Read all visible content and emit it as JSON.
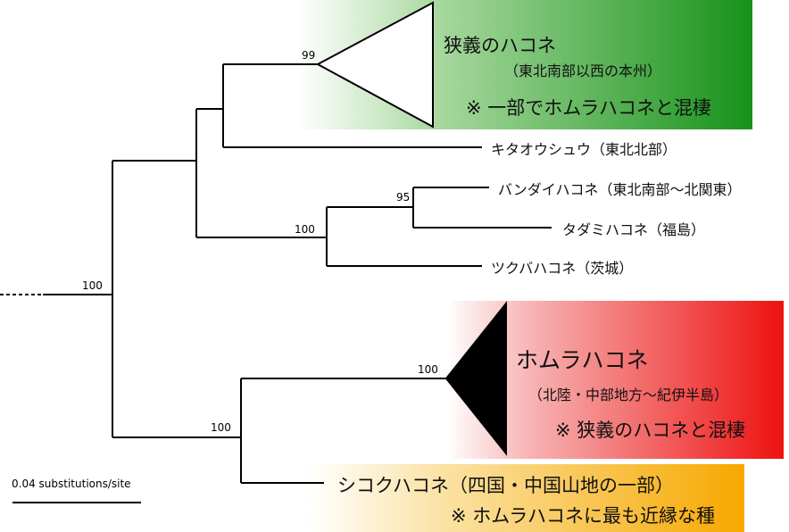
{
  "tree": {
    "clades": {
      "narrow": {
        "title": "狭義のハコネ",
        "subtitle": "（東北南部以西の本州）",
        "note": "※ 一部でホムラハコネと混棲",
        "color": "#17921a"
      },
      "homura": {
        "title": "ホムラハコネ",
        "subtitle": "（北陸・中部地方～紀伊半島）",
        "note": "※ 狭義のハコネと混棲",
        "color": "#ee1111"
      },
      "shikoku": {
        "title": "シコクハコネ（四国・中国山地の一部）",
        "note": "※ ホムラハコネに最も近縁な種",
        "color": "#f7a800"
      }
    },
    "leaves": {
      "kitaou": "キタオウシュウ（東北北部）",
      "bandai": "バンダイハコネ（東北南部～北関東）",
      "tadami": "タダミハコネ（福島）",
      "tsukuba": "ツクバハコネ（茨城）"
    },
    "support": {
      "narrow": "99",
      "bandai_tadami": "95",
      "bandai_group": "100",
      "root": "100",
      "homura": "100",
      "homura_shikoku": "100"
    },
    "scale": {
      "label": "0.04 substitutions/site"
    }
  }
}
